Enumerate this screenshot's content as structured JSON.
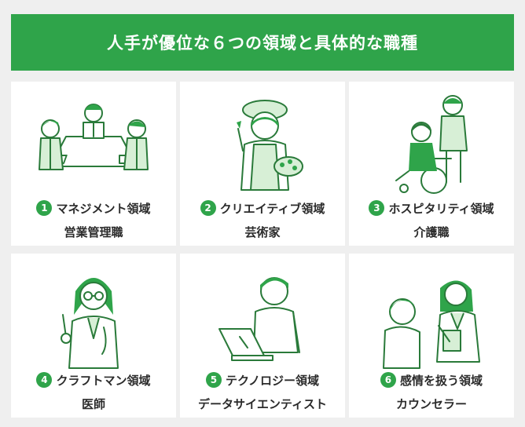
{
  "title": "人手が優位な６つの領域と具体的な職種",
  "colors": {
    "accent": "#2fa44a",
    "light_accent": "#d7efd6",
    "background": "#efefef",
    "card": "#ffffff"
  },
  "cards": [
    {
      "number": "1",
      "domain": "マネジメント領域",
      "job": "営業管理職",
      "icon": "meeting-illustration"
    },
    {
      "number": "2",
      "domain": "クリエイティブ領域",
      "job": "芸術家",
      "icon": "artist-illustration"
    },
    {
      "number": "3",
      "domain": "ホスピタリティ領域",
      "job": "介護職",
      "icon": "caregiver-illustration"
    },
    {
      "number": "4",
      "domain": "クラフトマン領域",
      "job": "医師",
      "icon": "doctor-illustration"
    },
    {
      "number": "5",
      "domain": "テクノロジー領域",
      "job": "データサイエンティスト",
      "icon": "laptop-user-illustration"
    },
    {
      "number": "6",
      "domain": "感情を扱う領域",
      "job": "カウンセラー",
      "icon": "counseling-illustration"
    }
  ]
}
